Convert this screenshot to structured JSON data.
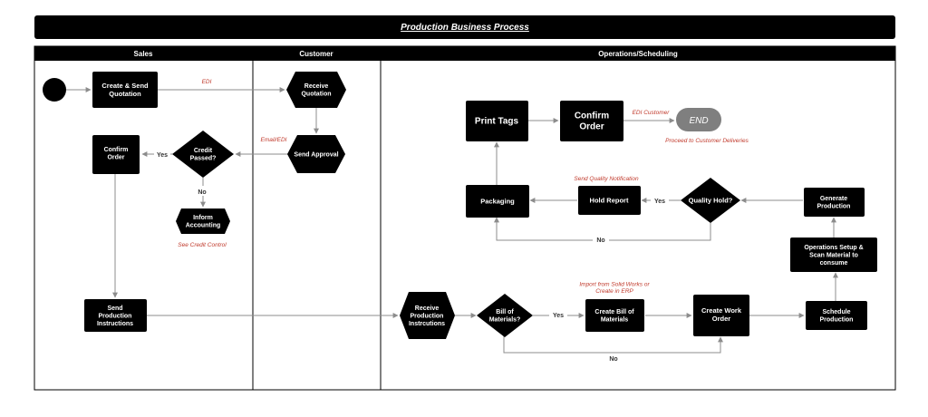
{
  "title": "Production Business Process",
  "lanes": {
    "sales": "Sales",
    "customer": "Customer",
    "operations": "Operations/Scheduling"
  },
  "nodes": {
    "create_send_quotation": [
      "Create & Send",
      "Quotation"
    ],
    "receive_quotation": [
      "Receive",
      "Quotation"
    ],
    "send_approval": [
      "Send Approval"
    ],
    "credit_passed": [
      "Credit",
      "Passed?"
    ],
    "confirm_order_sales": [
      "Confirm",
      "Order"
    ],
    "inform_accounting": [
      "Inform",
      "Accounting"
    ],
    "send_production_instructions": [
      "Send",
      "Production",
      "Instructions"
    ],
    "receive_production_instructions": [
      "Receive",
      "Production",
      "Instrcutions"
    ],
    "bill_of_materials": [
      "Bill of",
      "Materials?"
    ],
    "create_bill_of_materials": [
      "Create Bill of",
      "Materials"
    ],
    "create_work_order": [
      "Create Work",
      "Order"
    ],
    "schedule_production": [
      "Schedule",
      "Production"
    ],
    "operations_setup": [
      "Operations Setup &",
      "Scan Material to",
      "consume"
    ],
    "generate_production": [
      "Generate",
      "Production"
    ],
    "quality_hold": [
      "Quality Hold?"
    ],
    "hold_report": [
      "Hold Report"
    ],
    "packaging": [
      "Packaging"
    ],
    "print_tags": [
      "Print Tags"
    ],
    "confirm_order_ops": [
      "Confirm",
      "Order"
    ],
    "end": "END"
  },
  "edge_labels": {
    "yes_credit": "Yes",
    "no_credit": "No",
    "yes_bom": "Yes",
    "no_bom": "No",
    "yes_quality": "Yes",
    "no_quality": "No"
  },
  "notes": {
    "edi": "EDI",
    "email_edi": "Email/EDI",
    "see_credit_control": "See Credit Control",
    "import_solid_works": [
      "Import from Solid Works or",
      "Create in ERP"
    ],
    "send_quality_notification": "Send Quality Notification",
    "edi_customer": "EDI Customer",
    "proceed_to_customer_deliveries": "Proceed to Customer Deliveries"
  },
  "colors": {
    "shape_fill": "#000000",
    "end_fill": "#7f7f7f",
    "connector": "#8c8c8c",
    "note_text": "#c0392b"
  }
}
